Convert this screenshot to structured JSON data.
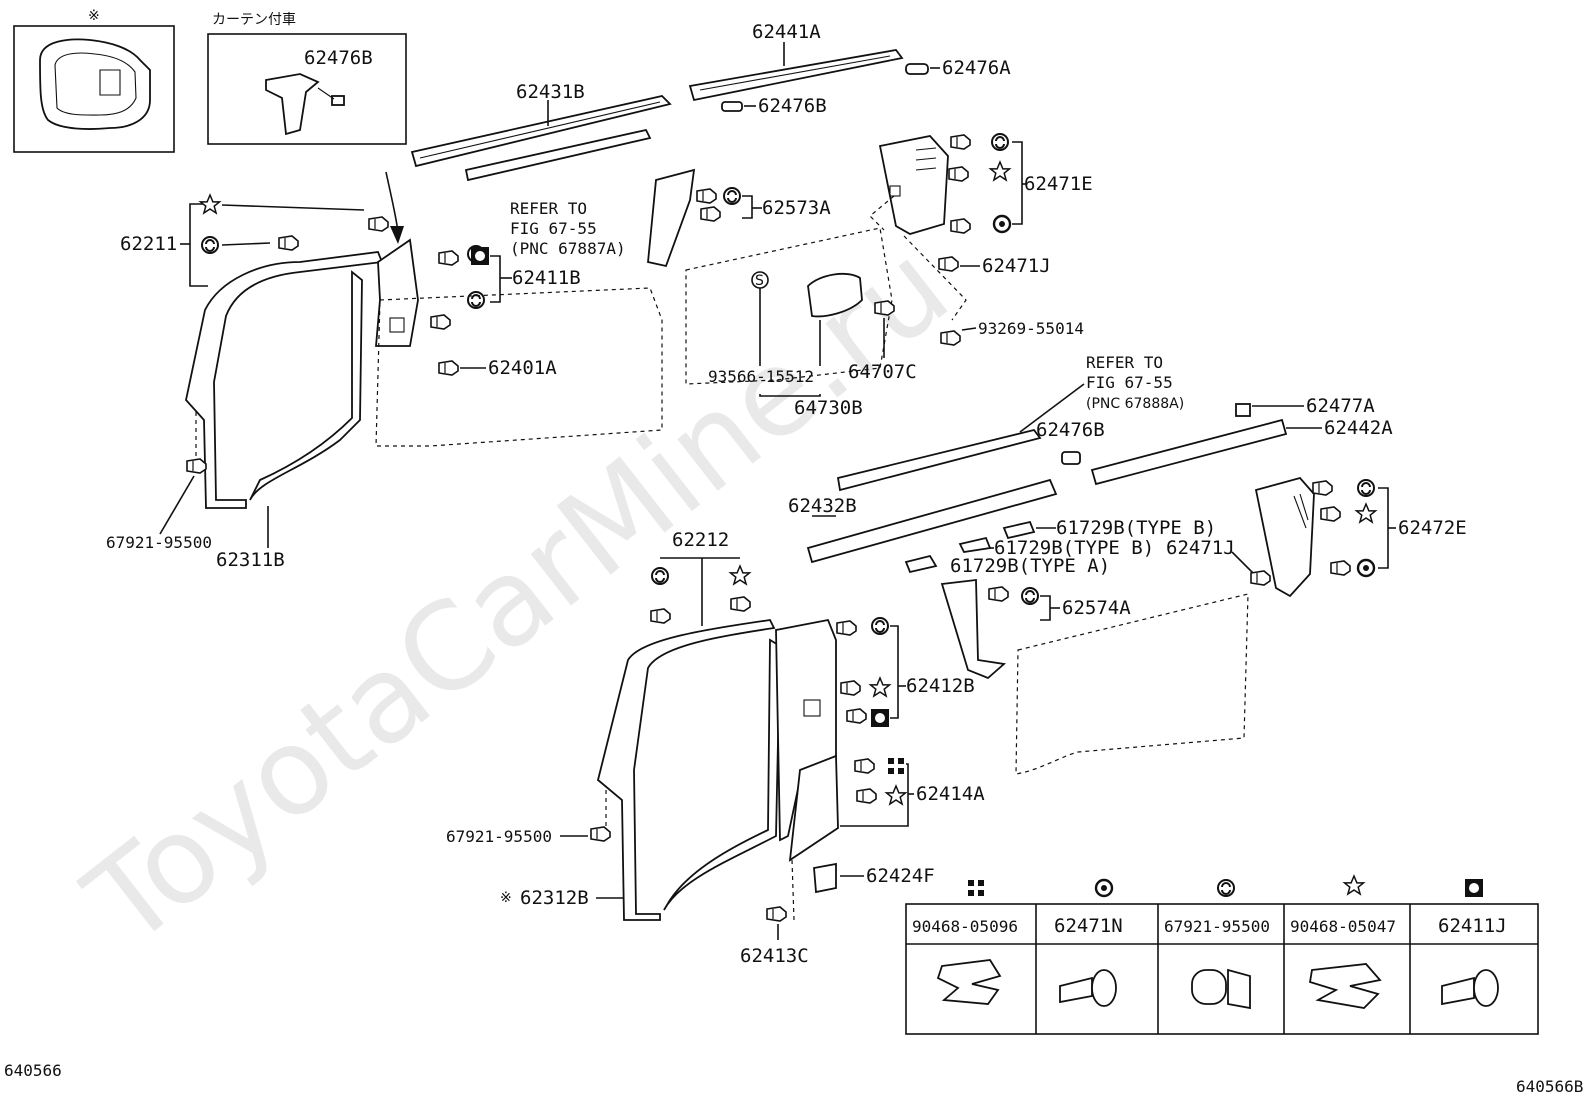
{
  "watermark": "ToyotaCarMine.ru",
  "figure_code_left": "640566",
  "figure_code_right": "640566B",
  "note_mark": "※",
  "inset_curtain_label": "カーテン付車",
  "labels": {
    "p62441A": "62441A",
    "p62476A": "62476A",
    "p62431B": "62431B",
    "p62476B_top": "62476B",
    "p62476B_inset": "62476B",
    "p62476B_mid": "62476B",
    "p62471E": "62471E",
    "p62211": "62211",
    "p62573A": "62573A",
    "p62411B": "62411B",
    "p62471J_top": "62471J",
    "p93269": "93269-55014",
    "p62401A": "62401A",
    "p93566": "93566-15512",
    "p64707C": "64707C",
    "p64730B": "64730B",
    "p62477A": "62477A",
    "p62442A": "62442A",
    "p62432B": "62432B",
    "p61729B_1": "61729B(TYPE B)",
    "p61729B_2": "61729B(TYPE B)",
    "p61729B_3": "61729B(TYPE A)",
    "p62471J_bot": "62471J",
    "p62472E": "62472E",
    "p62212": "62212",
    "p62574A": "62574A",
    "p62412B": "62412B",
    "p62414A": "62414A",
    "p62424F": "62424F",
    "p62413C": "62413C",
    "p67921_top": "67921-95500",
    "p62311B": "62311B",
    "p67921_bot": "67921-95500",
    "p62312B": "62312B"
  },
  "refer_top": [
    "REFER TO",
    "FIG 67-55",
    "(PNC 67887A)"
  ],
  "refer_mid": [
    "REFER TO",
    "FIG 67-55",
    "(PNC 67888A)"
  ],
  "legend": {
    "columns": [
      {
        "part": "90468-05096",
        "symbol": "square-dots-symbol"
      },
      {
        "part": "62471N",
        "symbol": "dot-circle-symbol"
      },
      {
        "part": "67921-95500",
        "symbol": "split-circle-symbol"
      },
      {
        "part": "90468-05047",
        "symbol": "star-symbol"
      },
      {
        "part": "62411J",
        "symbol": "circle-in-square-symbol"
      }
    ]
  }
}
